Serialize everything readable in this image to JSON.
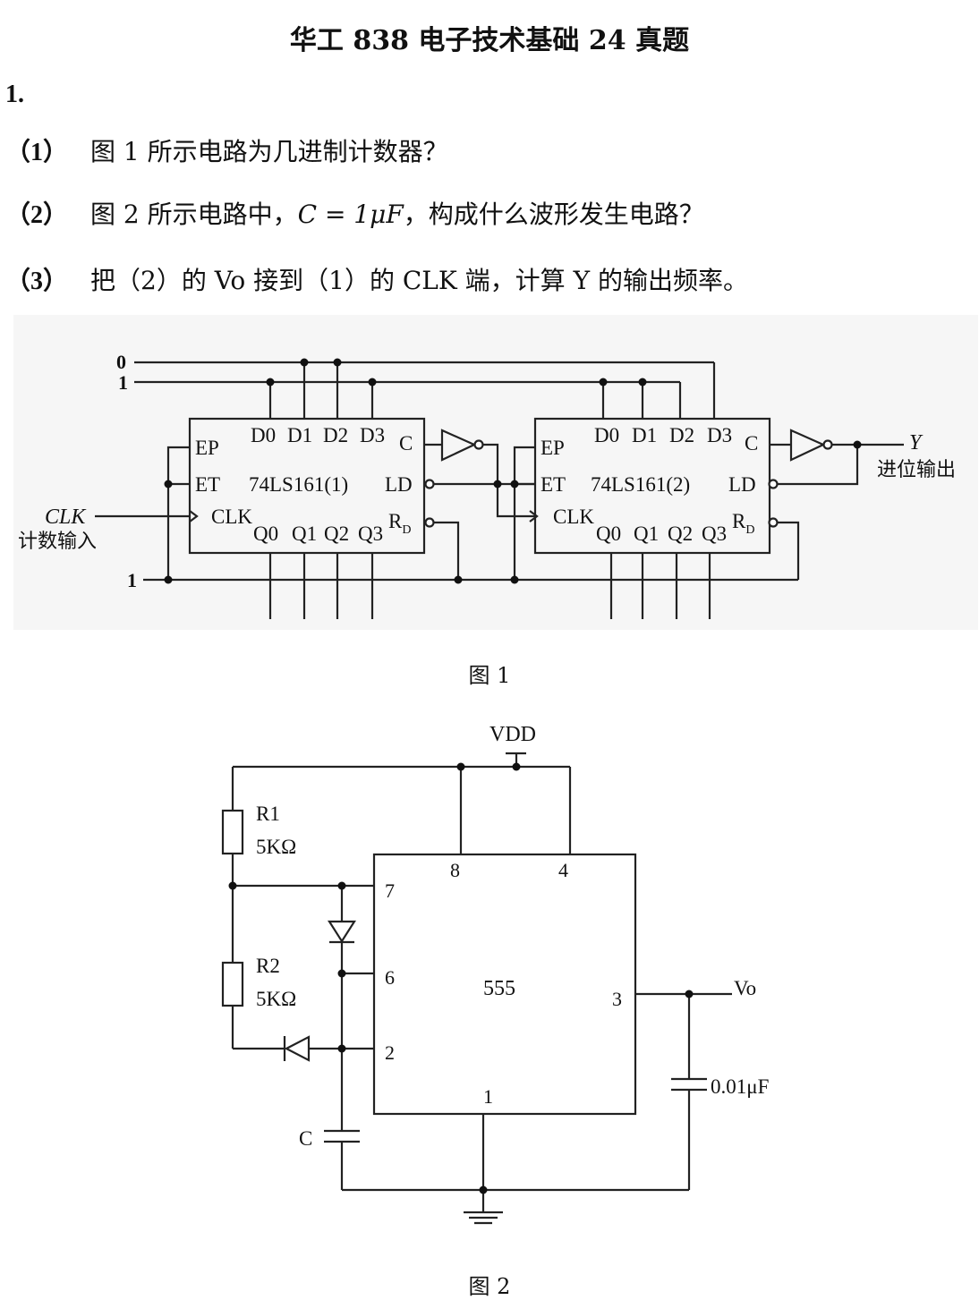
{
  "title": "华工 838 电子技术基础 24 真题",
  "question_number": "1.",
  "items": [
    {
      "label": "（1）",
      "text": "图 1 所示电路为几进制计数器？"
    },
    {
      "label": "（2）",
      "text_before": "图 2 所示电路中，",
      "formula": "C = 1μF",
      "text_after": "，构成什么波形发生电路？"
    },
    {
      "label": "（3）",
      "text": "把（2）的 Vo 接到（1）的 CLK 端，计算 Y 的输出频率。"
    }
  ],
  "figure1": {
    "caption": "图  1",
    "chip1": {
      "name": "74LS161(1)",
      "ep": "EP",
      "et": "ET",
      "clk": "CLK",
      "c": "C",
      "ld": "LD",
      "rd": "R",
      "rd_sub": "D",
      "d": [
        "D0",
        "D1",
        "D2",
        "D3"
      ],
      "q": [
        "Q0",
        "Q1",
        "Q2",
        "Q3"
      ]
    },
    "chip2": {
      "name": "74LS161(2)",
      "ep": "EP",
      "et": "ET",
      "clk": "CLK",
      "c": "C",
      "ld": "LD",
      "rd": "R",
      "rd_sub": "D",
      "d": [
        "D0",
        "D1",
        "D2",
        "D3"
      ],
      "q": [
        "Q0",
        "Q1",
        "Q2",
        "Q3"
      ]
    },
    "rail_0": "0",
    "rail_1_top": "1",
    "rail_1_bottom": "1",
    "clk_label": "CLK",
    "clk_desc": "计数输入",
    "y_label": "Y",
    "y_desc": "进位输出"
  },
  "figure2": {
    "caption": "图  2",
    "vdd": "VDD",
    "r1_name": "R1",
    "r1_value": "5KΩ",
    "r2_name": "R2",
    "r2_value": "5KΩ",
    "c_label": "C",
    "cap_value": "0.01μF",
    "chip": "555",
    "vo": "Vo",
    "pins": {
      "p8": "8",
      "p4": "4",
      "p7": "7",
      "p6": "6",
      "p2": "2",
      "p3": "3",
      "p1": "1"
    }
  }
}
